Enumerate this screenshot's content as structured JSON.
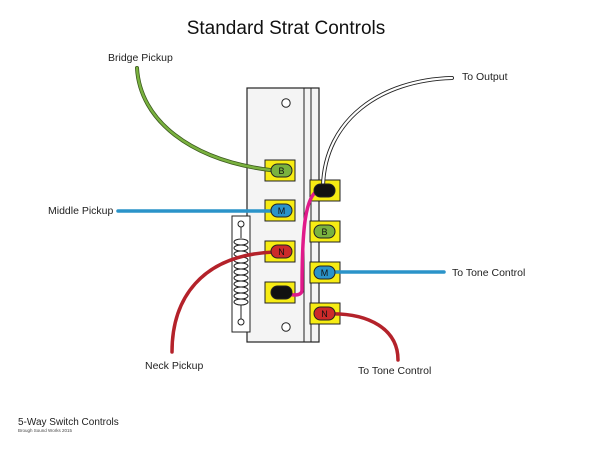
{
  "title": "Standard Strat Controls",
  "labels": {
    "bridge_pickup": "Bridge Pickup",
    "middle_pickup": "Middle Pickup",
    "neck_pickup": "Neck Pickup",
    "to_output": "To Output",
    "to_tone_control_1": "To Tone Control",
    "to_tone_control_2": "To Tone Control"
  },
  "terminals": {
    "b": "B",
    "m": "M",
    "n": "N"
  },
  "footer": {
    "caption": "5-Way Switch Controls",
    "credit": "Brough Sound Works 2015"
  },
  "colors": {
    "terminal_yellow": "#f7ec13",
    "green_wire": "#7ab23f",
    "blue_wire": "#2a93c9",
    "red_wire": "#b4222a",
    "magenta_jumper": "#e0198a",
    "black_wire": "#111111",
    "switch_body": "#f4f4f4"
  }
}
